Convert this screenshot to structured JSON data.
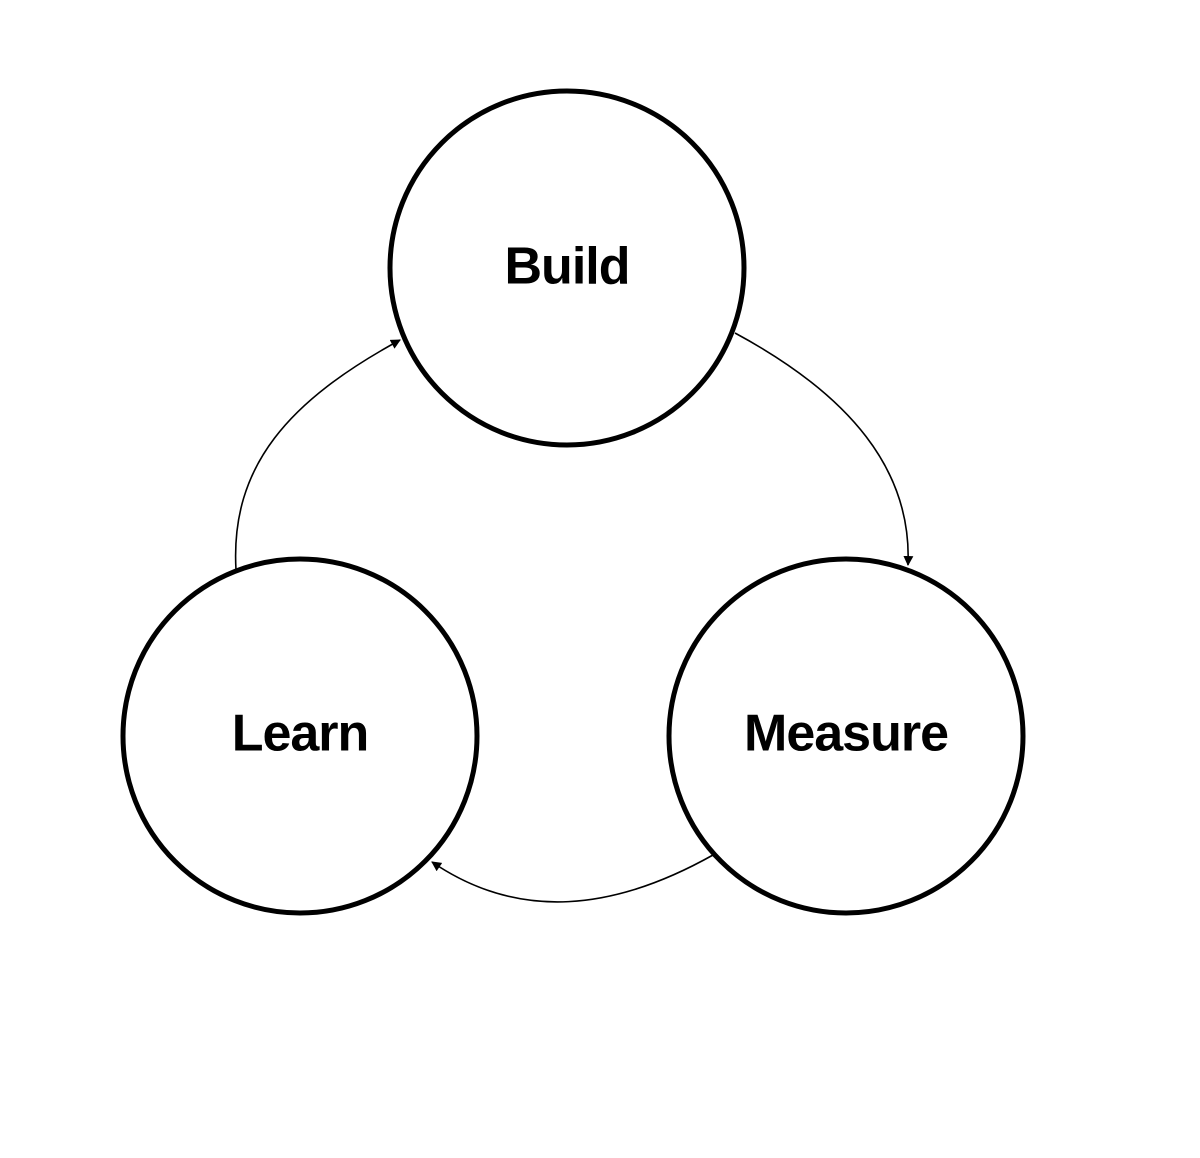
{
  "diagram": {
    "nodes": [
      {
        "id": "build",
        "label": "Build"
      },
      {
        "id": "measure",
        "label": "Measure"
      },
      {
        "id": "learn",
        "label": "Learn"
      }
    ],
    "edges": [
      {
        "from": "build",
        "to": "measure"
      },
      {
        "from": "measure",
        "to": "learn"
      },
      {
        "from": "learn",
        "to": "build"
      }
    ],
    "colors": {
      "stroke": "#000000",
      "fill": "#ffffff",
      "background": "#ffffff"
    }
  }
}
